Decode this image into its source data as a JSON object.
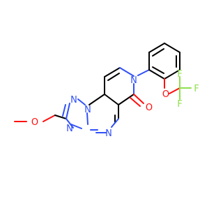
{
  "molecule": {
    "atom_labels": {
      "n_triazole_top": "N",
      "n_triazole_bridge": "N",
      "n_triazole_bottom": "N",
      "n_pyrimidine": "N",
      "n_pyridone": "N",
      "o_ether": "O",
      "o_carbonyl": "O",
      "o_aryl": "O",
      "f_top": "F",
      "f_right": "F",
      "f_bottom": "F"
    },
    "colors": {
      "bond": "#000000",
      "nitrogen": "#3050f8",
      "oxygen": "#ff0d0d",
      "fluorine": "#8fe04d",
      "background": "#ffffff"
    }
  }
}
